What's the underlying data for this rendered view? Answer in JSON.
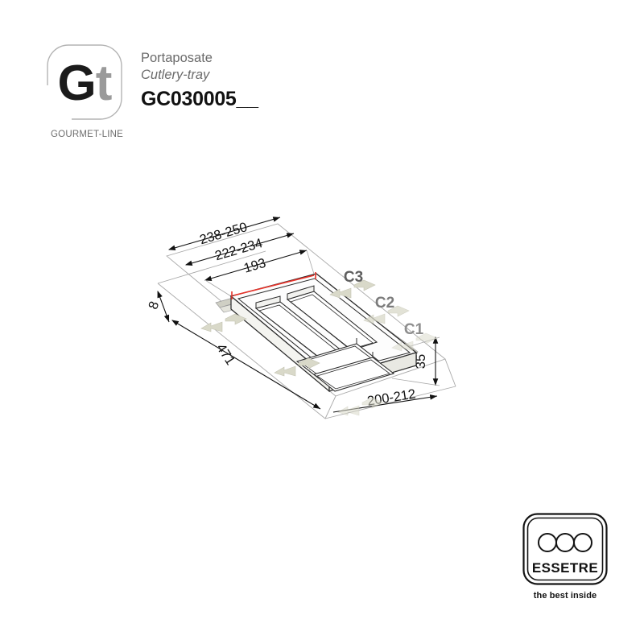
{
  "header": {
    "logo": {
      "letter_dark": "G",
      "letter_light": "t",
      "line_label": "GOURMET-LINE"
    },
    "product_name_it": "Portaposate",
    "product_name_en": "Cutlery-tray",
    "product_code": "GC030005__"
  },
  "drawing": {
    "dimensions": {
      "top_outer": "238-250",
      "top_middle": "222-234",
      "top_inner": "193",
      "thickness": "8",
      "length": "471",
      "height": "35",
      "bottom": "200-212"
    },
    "callouts": [
      {
        "label": "C3"
      },
      {
        "label": "C2"
      },
      {
        "label": "C1"
      }
    ],
    "colors": {
      "line": "#1a1a1a",
      "thin_line": "#9a9a9a",
      "highlight": "#e8332a",
      "tray_face": "#fdfdfd",
      "tray_rail": "#cfcfc4",
      "arrow": "#d9d9c9"
    }
  },
  "footer": {
    "brand": "ESSETRE",
    "tagline": "the best inside",
    "circle_count": 3
  }
}
